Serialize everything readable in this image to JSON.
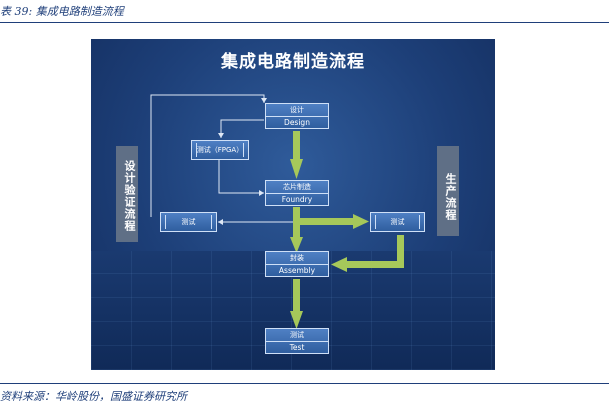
{
  "caption": "表 39: 集成电路制造流程",
  "source": "资料来源：华岭股份，国盛证券研究所",
  "diagram": {
    "title": "集成电路制造流程",
    "left_label": "设计验证流程",
    "right_label": "生产流程",
    "nodes": {
      "design": {
        "zh": "设计",
        "en": "Design"
      },
      "foundry": {
        "zh": "芯片制造",
        "en": "Foundry"
      },
      "assembly": {
        "zh": "封装",
        "en": "Assembly"
      },
      "test": {
        "zh": "测试",
        "en": "Test"
      },
      "fpga_test": "测试（FPGA）",
      "verify_test": "测试",
      "prod_test": "测试"
    }
  },
  "colors": {
    "panel": "#1d3f78",
    "arrow_green": "#a6c85a",
    "node": "#3f70b4",
    "side": "#5f6f86"
  }
}
